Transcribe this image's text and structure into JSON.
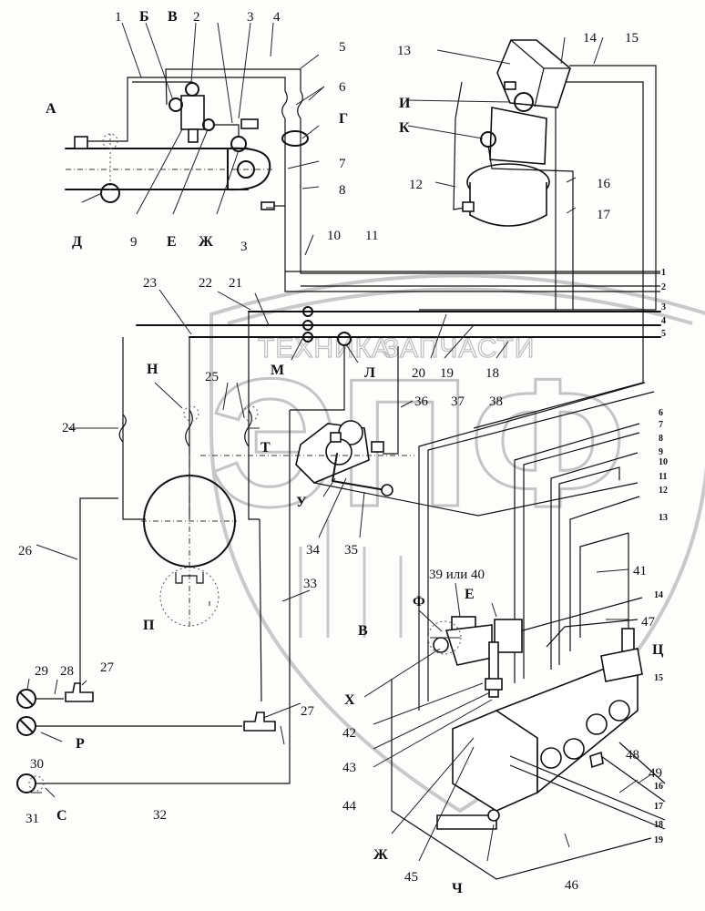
{
  "diagram": {
    "title": "",
    "watermark": {
      "logo_letters": "ЭПФ",
      "text_left": "ТЕХНИКА",
      "text_right": "ЗАПЧАСТИ"
    },
    "callouts_top_left": {
      "n1": "1",
      "B": "Б",
      "V": "В",
      "n2": "2",
      "n3": "3",
      "n4": "4",
      "n5": "5",
      "n6": "6",
      "A": "А",
      "G": "Г",
      "n7": "7",
      "n8": "8",
      "D": "Д",
      "n9": "9",
      "E": "Е",
      "Zh": "Ж",
      "n3b": "3",
      "n10": "10",
      "n11": "11"
    },
    "callouts_top_right": {
      "n13": "13",
      "n14": "14",
      "n15": "15",
      "I": "И",
      "K": "К",
      "n12": "12",
      "n16": "16",
      "n17": "17"
    },
    "bus_line_numbers": [
      "1",
      "2",
      "3",
      "4",
      "5"
    ],
    "callouts_middle": {
      "n23": "23",
      "n22": "22",
      "n21": "21",
      "M": "М",
      "L": "Л",
      "n20": "20",
      "n19": "19",
      "n18": "18",
      "N": "Н",
      "n25": "25",
      "T": "Т",
      "n24": "24",
      "n36": "36",
      "n37": "37",
      "n38": "38",
      "U": "У",
      "n34": "34",
      "n35": "35",
      "n26": "26",
      "n33": "33",
      "P": "П"
    },
    "callouts_bottom_left": {
      "n29": "29",
      "n28": "28",
      "n27a": "27",
      "n27b": "27",
      "R": "Р",
      "n30": "30",
      "n31": "31",
      "S": "С",
      "n32": "32"
    },
    "right_line_numbers": [
      "6",
      "7",
      "8",
      "9",
      "10",
      "11",
      "12",
      "13",
      "14",
      "15",
      "16",
      "17",
      "18",
      "19"
    ],
    "callouts_bottom_right": {
      "n39_40": "39 или 40",
      "F": "Ф",
      "E": "Е",
      "n41": "41",
      "V": "В",
      "n47": "47",
      "Ts": "Ц",
      "Kh": "Х",
      "n42": "42",
      "n43": "43",
      "n44": "44",
      "n48": "48",
      "n49": "49",
      "Zh": "Ж",
      "n45": "45",
      "Ch": "Ч",
      "n46": "46"
    }
  }
}
